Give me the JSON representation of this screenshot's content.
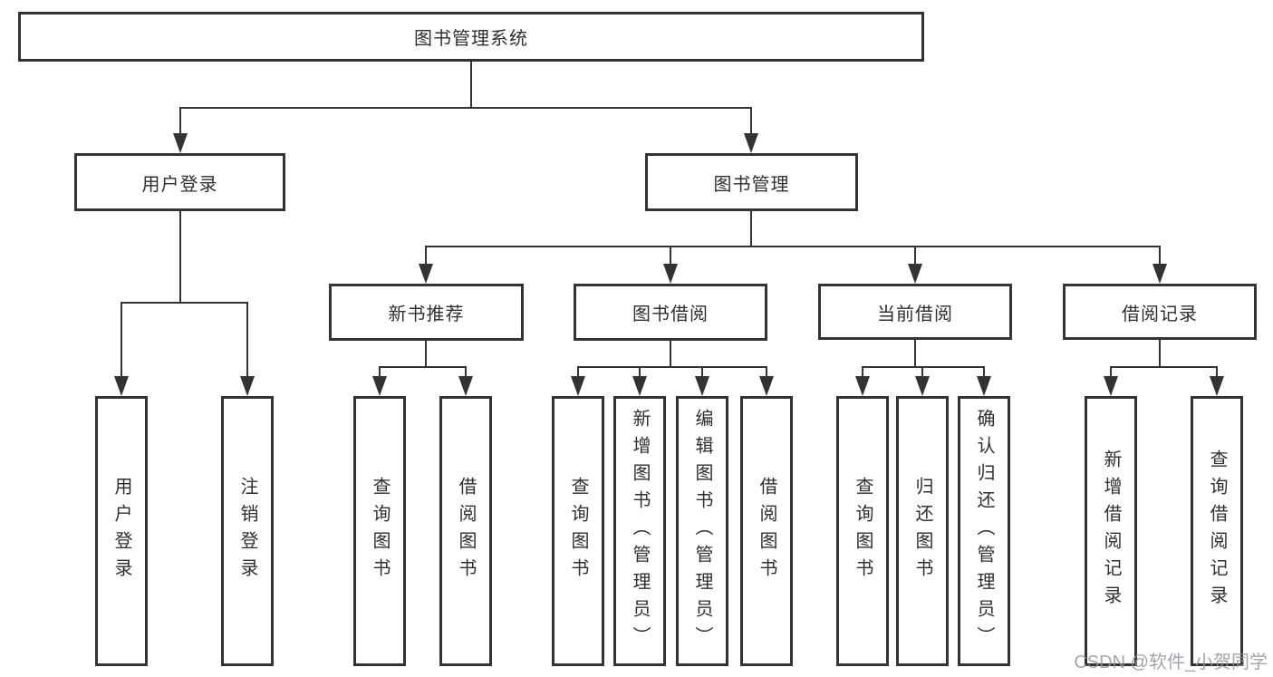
{
  "diagram": {
    "type": "hierarchy-tree",
    "tree": {
      "root": {
        "label": "图书管理系统"
      },
      "level2": [
        {
          "label": "用户登录"
        },
        {
          "label": "图书管理"
        }
      ],
      "level3": [
        {
          "label": "新书推荐"
        },
        {
          "label": "图书借阅"
        },
        {
          "label": "当前借阅"
        },
        {
          "label": "借阅记录"
        }
      ],
      "groups": [
        {
          "parent": "用户登录",
          "children": [
            "用户登录",
            "注销登录"
          ]
        },
        {
          "parent": "新书推荐",
          "children": [
            "查询图书",
            "借阅图书"
          ]
        },
        {
          "parent": "图书借阅",
          "children": [
            "查询图书",
            "新增图书（管理员）",
            "编辑图书（管理员）",
            "借阅图书"
          ]
        },
        {
          "parent": "当前借阅",
          "children": [
            "查询图书",
            "归还图书",
            "确认归还（管理员）"
          ]
        },
        {
          "parent": "借阅记录",
          "children": [
            "新增借阅记录",
            "查询借阅记录"
          ]
        }
      ]
    },
    "colors": {
      "line": "#333333",
      "box_border": "#333333",
      "box_fill": "#ffffff",
      "text": "#2f2f2f",
      "background": "#ffffff",
      "watermark": "#94949b"
    }
  },
  "watermark": {
    "text": "CSDN @软件_小贺同学"
  }
}
